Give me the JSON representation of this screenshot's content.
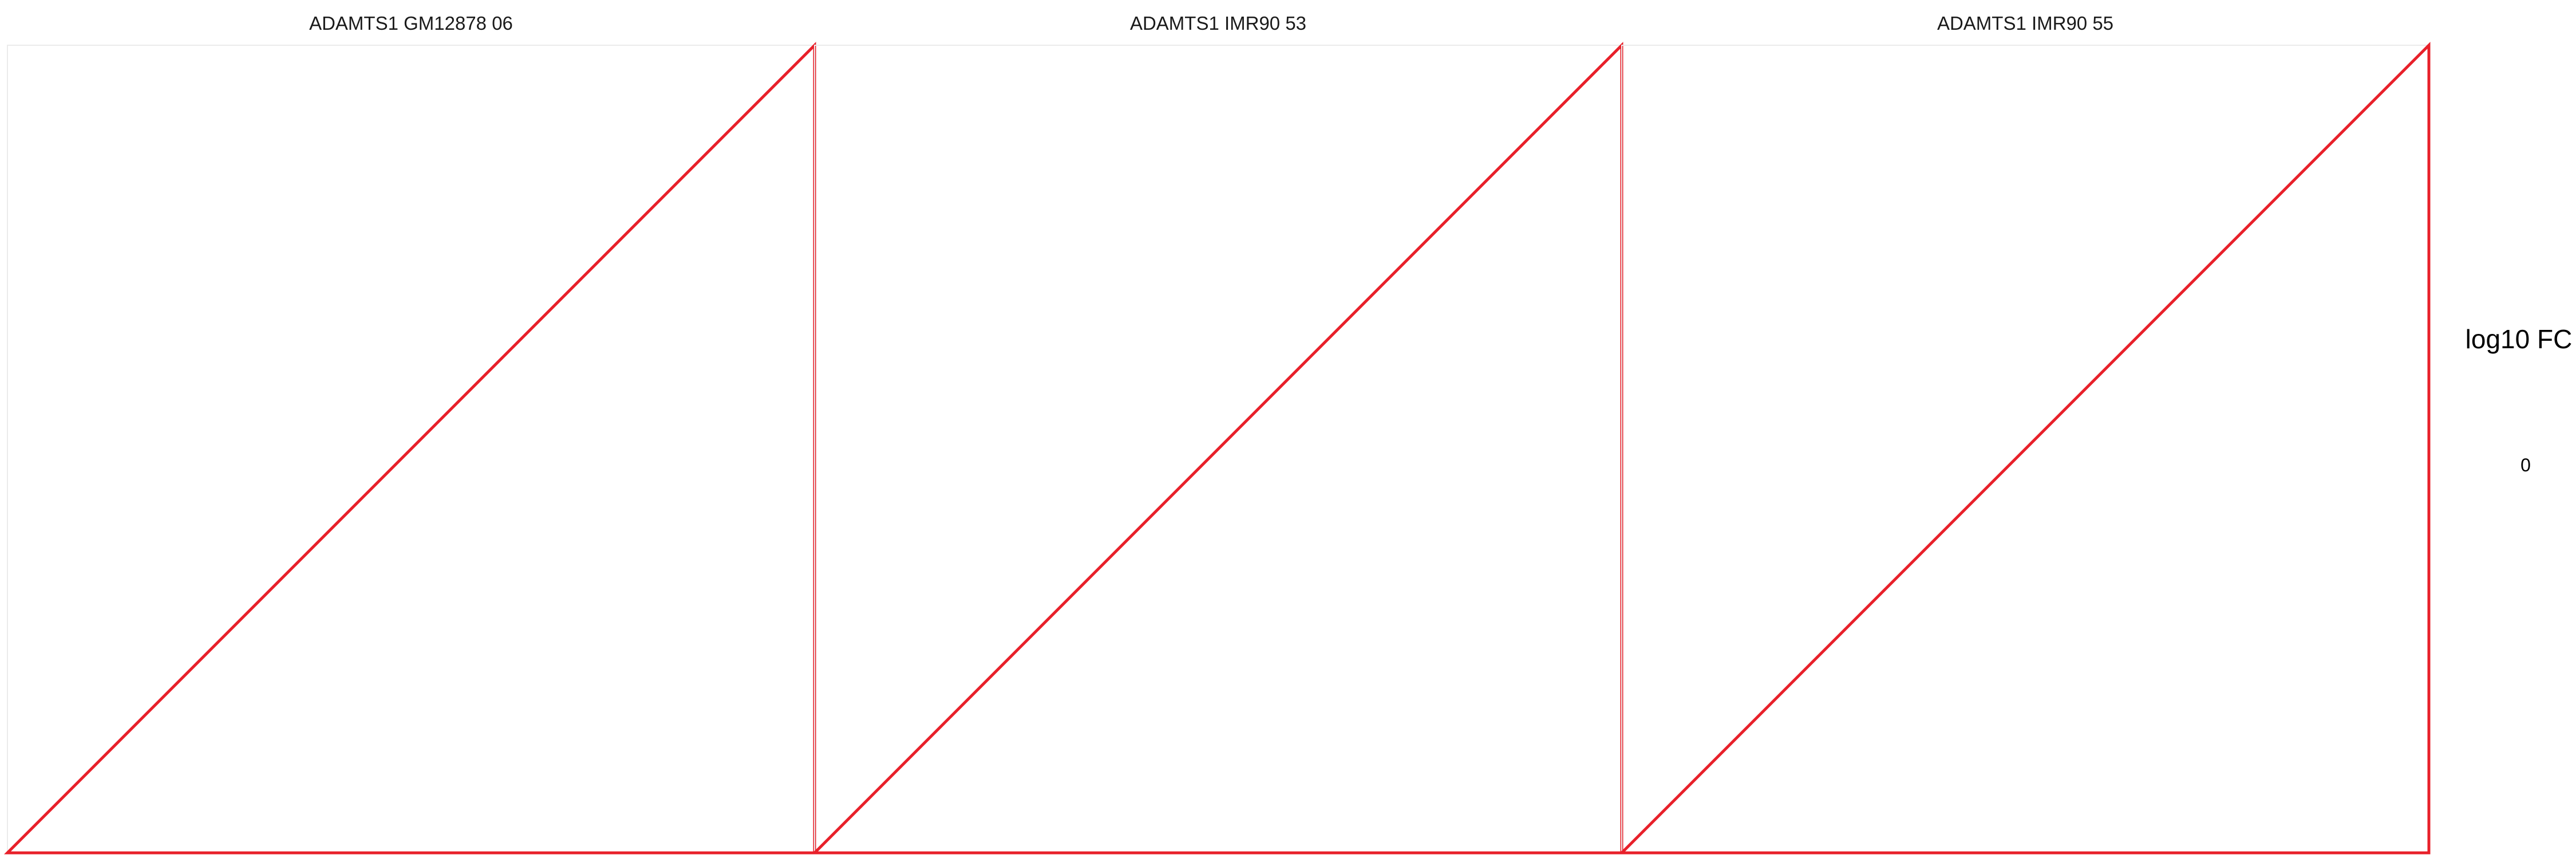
{
  "chart_data": {
    "type": "heatmap",
    "panels": [
      {
        "title": "ADAMTS1 GM12878 06",
        "triangle": [
          [
            0,
            0
          ],
          [
            1,
            0
          ],
          [
            1,
            1
          ]
        ]
      },
      {
        "title": "ADAMTS1 IMR90 53",
        "triangle": [
          [
            0,
            0
          ],
          [
            1,
            0
          ],
          [
            1,
            1
          ]
        ]
      },
      {
        "title": "ADAMTS1 IMR90 55",
        "triangle": [
          [
            0,
            0
          ],
          [
            1,
            0
          ],
          [
            1,
            1
          ]
        ]
      }
    ],
    "legend": {
      "title": "log10 FC",
      "labels": [
        "0"
      ],
      "position": "right"
    },
    "grid": false,
    "colors": {
      "triangle": "#e8202a",
      "panel_border": "#ebebeb",
      "title": "#1a1a1a"
    }
  }
}
